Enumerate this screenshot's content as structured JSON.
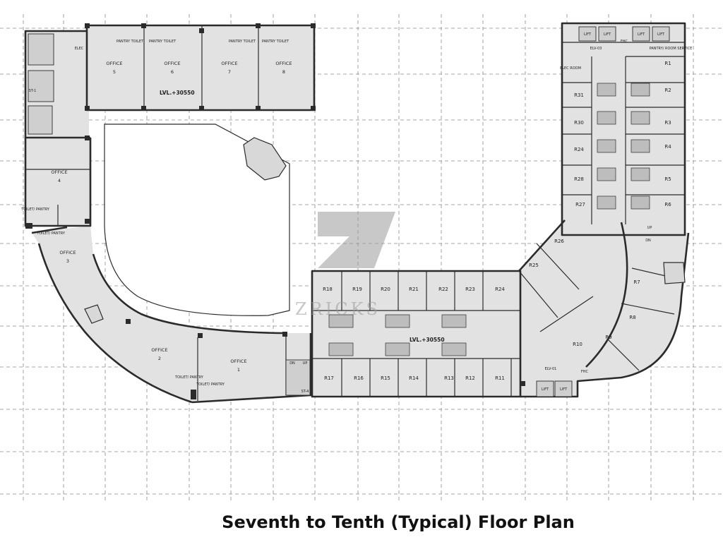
{
  "caption": "Seventh to Tenth (Typical) Floor Plan",
  "watermark": "ZRICKS",
  "offices": [
    {
      "label": "OFFICE",
      "number": "5"
    },
    {
      "label": "OFFICE",
      "number": "6"
    },
    {
      "label": "OFFICE",
      "number": "7"
    },
    {
      "label": "OFFICE",
      "number": "8"
    },
    {
      "label": "OFFICE",
      "number": "4"
    },
    {
      "label": "OFFICE",
      "number": "3"
    },
    {
      "label": "OFFICE",
      "number": "2"
    },
    {
      "label": "OFFICE",
      "number": "1"
    }
  ],
  "pantry_labels": [
    "PANTRY TOILET",
    "PANTRY TOILET",
    "PANTRY TOILET",
    "PANTRY TOILET"
  ],
  "toilet_pantry_labels": [
    "TOILET/ PANTRY",
    "TOILET/ PANTRY",
    "TOILET/ PANTRY",
    "TOILET/ PANTRY"
  ],
  "level_labels": [
    "LVL.+30550",
    "LVL.+30550"
  ],
  "rooms_top_row": [
    "R18",
    "R19",
    "R20",
    "R21",
    "R22",
    "R23",
    "R24"
  ],
  "rooms_bottom_row": [
    "R17",
    "R16",
    "R15",
    "R14",
    "R13",
    "R12",
    "R11"
  ],
  "rooms_east_left": [
    "R31",
    "R30",
    "R24",
    "R28",
    "R27"
  ],
  "rooms_east_right": [
    "R1",
    "R2",
    "R3",
    "R4",
    "R5",
    "R6"
  ],
  "rooms_corner": [
    "R26",
    "R25",
    "R7",
    "R8",
    "R9",
    "R10"
  ],
  "service_labels": {
    "lift": "LIFT",
    "elv_top": "ELV-03",
    "elv_bottom": "ELV-01",
    "pantry_room_service": "PANTRY/ ROOM SERVICE",
    "elec": "ELEC",
    "elec_room": "ELEC ROOM",
    "st1": "ST-1",
    "st4": "ST-4",
    "dn": "DN",
    "up": "UP",
    "fhc": "FHC"
  },
  "colors": {
    "wall": "#2b2b2b",
    "grid": "#8a8a8a",
    "shade": "#e2e2e2",
    "watermark": "#9a9a9a"
  }
}
